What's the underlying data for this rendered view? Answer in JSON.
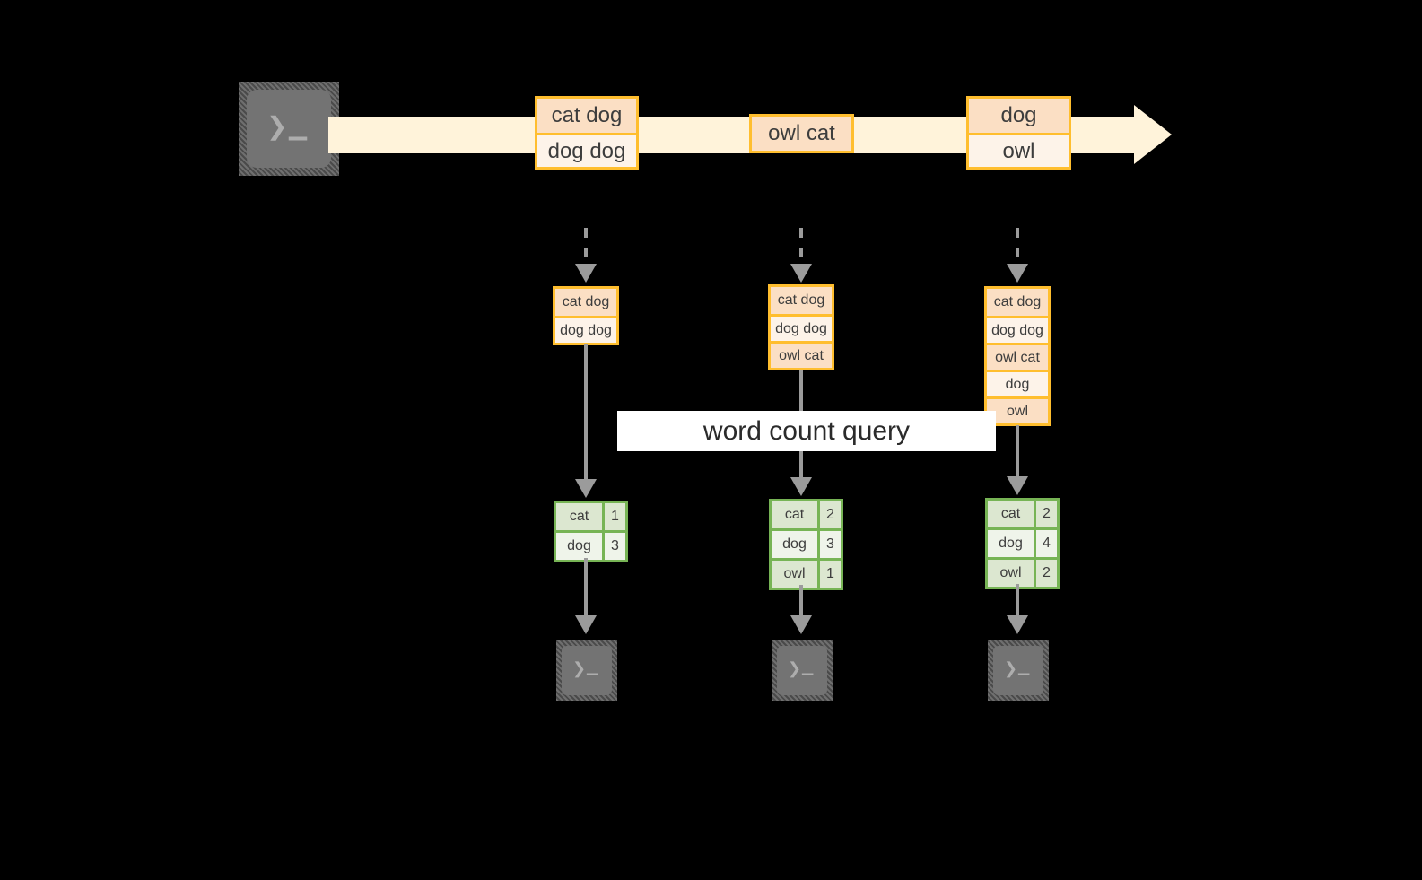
{
  "diagram": {
    "title_label": "word count query",
    "colors": {
      "stream_fill": "#FFF3DA",
      "record_border": "#FFBE2E",
      "record_fill_a": "#FBDFC4",
      "record_fill_b": "#FDF3E9",
      "table_border": "#77B455",
      "table_fill_a": "#DCE7D0",
      "table_fill_b": "#EFF4EA",
      "connector": "#9b9b9b",
      "background": "#000000",
      "terminal_body": "#737373"
    }
  },
  "source": {
    "icon": "terminal-icon",
    "prompt_glyph": "❯",
    "cursor_glyph": "▁"
  },
  "stream": {
    "name": "input-stream",
    "events": [
      {
        "id": "event-group-1",
        "lines": [
          {
            "text": "cat dog",
            "shade": "shade-a"
          },
          {
            "text": "dog dog",
            "shade": "shade-b"
          }
        ]
      },
      {
        "id": "event-group-2",
        "lines": [
          {
            "text": "owl cat",
            "shade": "shade-a"
          }
        ]
      },
      {
        "id": "event-group-3",
        "lines": [
          {
            "text": "dog",
            "shade": "shade-a"
          },
          {
            "text": "owl",
            "shade": "shade-b"
          }
        ]
      }
    ]
  },
  "snapshots": [
    {
      "id": "snapshot-1",
      "rows": [
        {
          "text": "cat dog",
          "shade": "shade-a"
        },
        {
          "text": "dog dog",
          "shade": "shade-b"
        }
      ]
    },
    {
      "id": "snapshot-2",
      "rows": [
        {
          "text": "cat dog",
          "shade": "shade-a"
        },
        {
          "text": "dog dog",
          "shade": "shade-b"
        },
        {
          "text": "owl cat",
          "shade": "shade-a"
        }
      ]
    },
    {
      "id": "snapshot-3",
      "rows": [
        {
          "text": "cat dog",
          "shade": "shade-a"
        },
        {
          "text": "dog dog",
          "shade": "shade-b"
        },
        {
          "text": "owl cat",
          "shade": "shade-a"
        },
        {
          "text": "dog",
          "shade": "shade-b"
        },
        {
          "text": "owl",
          "shade": "shade-a"
        }
      ]
    }
  ],
  "results": [
    {
      "id": "result-1",
      "rows": [
        {
          "key": "cat",
          "value": "1",
          "shade": "shade-a"
        },
        {
          "key": "dog",
          "value": "3",
          "shade": "shade-b"
        }
      ]
    },
    {
      "id": "result-2",
      "rows": [
        {
          "key": "cat",
          "value": "2",
          "shade": "shade-a"
        },
        {
          "key": "dog",
          "value": "3",
          "shade": "shade-b"
        },
        {
          "key": "owl",
          "value": "1",
          "shade": "shade-a"
        }
      ]
    },
    {
      "id": "result-3",
      "rows": [
        {
          "key": "cat",
          "value": "2",
          "shade": "shade-a"
        },
        {
          "key": "dog",
          "value": "4",
          "shade": "shade-b"
        },
        {
          "key": "owl",
          "value": "2",
          "shade": "shade-a"
        }
      ]
    }
  ],
  "sinks": [
    {
      "id": "sink-1",
      "icon": "terminal-icon",
      "prompt_glyph": "❯",
      "cursor_glyph": "▁"
    },
    {
      "id": "sink-2",
      "icon": "terminal-icon",
      "prompt_glyph": "❯",
      "cursor_glyph": "▁"
    },
    {
      "id": "sink-3",
      "icon": "terminal-icon",
      "prompt_glyph": "❯",
      "cursor_glyph": "▁"
    }
  ]
}
